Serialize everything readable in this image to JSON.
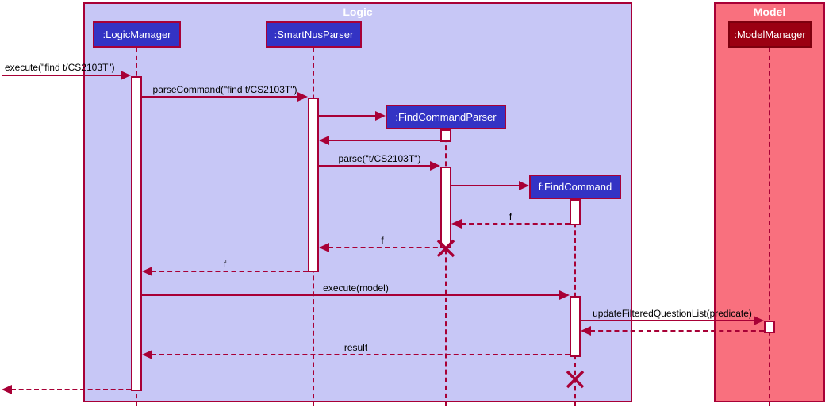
{
  "frames": {
    "logic": {
      "title": "Logic",
      "fill": "#C7C7F6",
      "border": "#A80036",
      "title_color": "#FFFFFF"
    },
    "model": {
      "title": "Model",
      "fill": "#F9707E",
      "border": "#A80036",
      "title_color": "#FFFFFF"
    }
  },
  "participants": {
    "logic_manager": {
      "label": ":LogicManager",
      "fill": "#3333C4",
      "text_color": "#FFFFFF"
    },
    "smartnus_parser": {
      "label": ":SmartNusParser",
      "fill": "#3333C4",
      "text_color": "#FFFFFF"
    },
    "find_command_parser": {
      "label": ":FindCommandParser",
      "fill": "#3333C4",
      "text_color": "#FFFFFF"
    },
    "find_command": {
      "label": "f:FindCommand",
      "fill": "#3333C4",
      "text_color": "#FFFFFF"
    },
    "model_manager": {
      "label": ":ModelManager",
      "fill": "#9B0012",
      "text_color": "#FFFFFF"
    }
  },
  "messages": {
    "execute": {
      "label": "execute(\"find t/CS2103T\")",
      "type": "solid"
    },
    "parse_command": {
      "label": "parseCommand(\"find t/CS2103T\")",
      "type": "solid"
    },
    "create_parser": {
      "label": "",
      "type": "solid-create"
    },
    "parser_created": {
      "label": "",
      "type": "solid-return"
    },
    "parse": {
      "label": "parse(\"t/CS2103T\")",
      "type": "solid"
    },
    "create_command": {
      "label": "",
      "type": "solid-create"
    },
    "return_f1": {
      "label": "f",
      "type": "dashed-return"
    },
    "return_f2": {
      "label": "f",
      "type": "dashed-return"
    },
    "return_f3": {
      "label": "f",
      "type": "dashed-return"
    },
    "execute_model": {
      "label": "execute(model)",
      "type": "solid"
    },
    "update_filtered": {
      "label": "updateFilteredQuestionList(predicate)",
      "type": "solid"
    },
    "model_return": {
      "label": "",
      "type": "dashed-return"
    },
    "result": {
      "label": "result",
      "type": "dashed-return"
    },
    "final_return": {
      "label": "",
      "type": "dashed-return"
    }
  },
  "colors": {
    "arrow": "#A80036",
    "message_text": "#000000",
    "activation_fill": "#FFFFFF",
    "background": "#FFFFFF"
  }
}
